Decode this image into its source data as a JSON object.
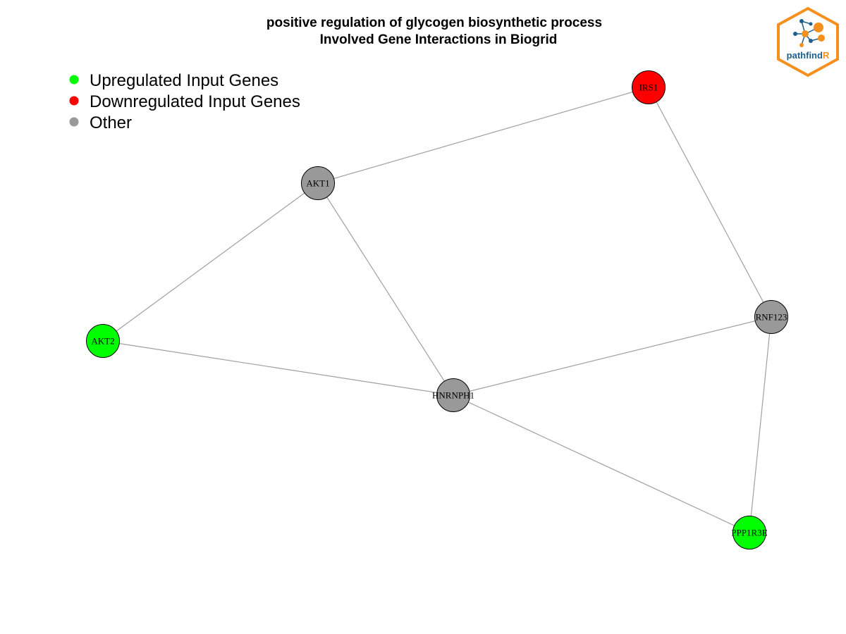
{
  "title": {
    "line1": "positive regulation of glycogen biosynthetic process",
    "line2": "Involved Gene Interactions in Biogrid"
  },
  "legend": [
    {
      "label": "Upregulated Input Genes",
      "color": "#00ff00"
    },
    {
      "label": "Downregulated Input Genes",
      "color": "#ff0000"
    },
    {
      "label": "Other",
      "color": "#999999"
    }
  ],
  "colors": {
    "up": "#00ff00",
    "down": "#ff0000",
    "other": "#999999",
    "edge": "#a0a0a0",
    "logo_orange": "#f5901e",
    "logo_blue": "#1f5f8b"
  },
  "logo": {
    "text_main": "pathfind",
    "text_accent": "R"
  },
  "nodes": [
    {
      "id": "IRS1",
      "label": "IRS1",
      "status": "down"
    },
    {
      "id": "AKT1",
      "label": "AKT1",
      "status": "other"
    },
    {
      "id": "AKT2",
      "label": "AKT2",
      "status": "up"
    },
    {
      "id": "HNRNPH1",
      "label": "HNRNPH1",
      "status": "other"
    },
    {
      "id": "RNF123",
      "label": "RNF123",
      "status": "other"
    },
    {
      "id": "PPP1R3E",
      "label": "PPP1R3E",
      "status": "up"
    }
  ],
  "edges": [
    [
      "IRS1",
      "AKT1"
    ],
    [
      "IRS1",
      "RNF123"
    ],
    [
      "AKT1",
      "AKT2"
    ],
    [
      "AKT1",
      "HNRNPH1"
    ],
    [
      "AKT2",
      "HNRNPH1"
    ],
    [
      "HNRNPH1",
      "RNF123"
    ],
    [
      "HNRNPH1",
      "PPP1R3E"
    ],
    [
      "RNF123",
      "PPP1R3E"
    ]
  ]
}
